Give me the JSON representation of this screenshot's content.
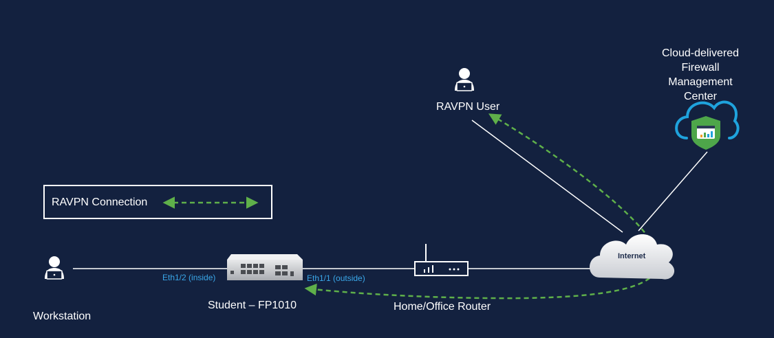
{
  "legend": {
    "label": "RAVPN Connection"
  },
  "nodes": {
    "ravpn_user": "RAVPN User",
    "cdfmc": [
      "Cloud-delivered",
      "Firewall",
      "Management",
      "Center"
    ],
    "workstation": "Workstation",
    "firewall": "Student – FP1010",
    "router": "Home/Office Router",
    "internet": "Internet"
  },
  "ports": {
    "inside": "Eth1/2 (inside)",
    "outside": "Eth1/1 (outside)"
  },
  "colors": {
    "background": "#13213f",
    "link": "#ffffff",
    "vpn_path": "#5fb04a",
    "port_label": "#3aa8ea",
    "cloud_blue": "#1fa3dd",
    "shield_green": "#4ea64a"
  },
  "icons": {
    "user": "user-laptop-icon",
    "cloud": "cloud-icon",
    "firewall": "firewall-appliance-icon",
    "router": "router-icon",
    "cdfmc": "cloud-shield-icon"
  }
}
